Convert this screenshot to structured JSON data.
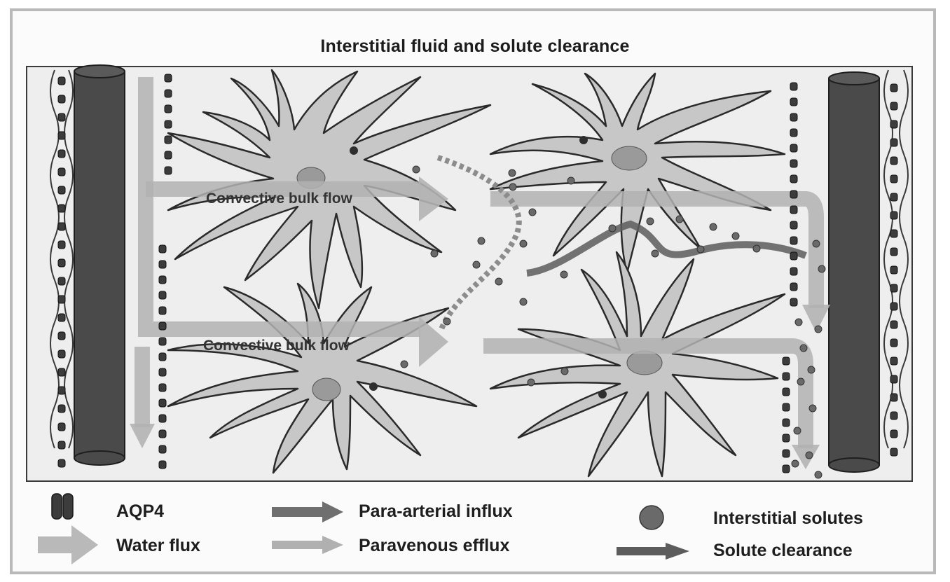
{
  "title": "Interstitial fluid and solute clearance",
  "flow_labels": {
    "upper": "Convective bulk flow",
    "lower": "Convective bulk flow"
  },
  "legend": {
    "aqp4": "AQP4",
    "water_flux": "Water flux",
    "para_arterial_influx": "Para-arterial influx",
    "paravenous_efflux": "Paravenous efflux",
    "interstitial_solutes": "Interstitial solutes",
    "solute_clearance": "Solute clearance"
  },
  "colors": {
    "vessel": "#4a4a4a",
    "astrocyte_fill": "#c7c7c7",
    "astrocyte_outline": "#2a2a2a",
    "nucleus": "#9a9a9a",
    "aqp4": "#3c3c3c",
    "water_flux": "#b2b2b2",
    "para_arterial_influx": "#6f6f6f",
    "paravenous_efflux": "#a9a9a9",
    "solute": "#6a6a6a",
    "solute_clearance": "#5c5c5c"
  }
}
